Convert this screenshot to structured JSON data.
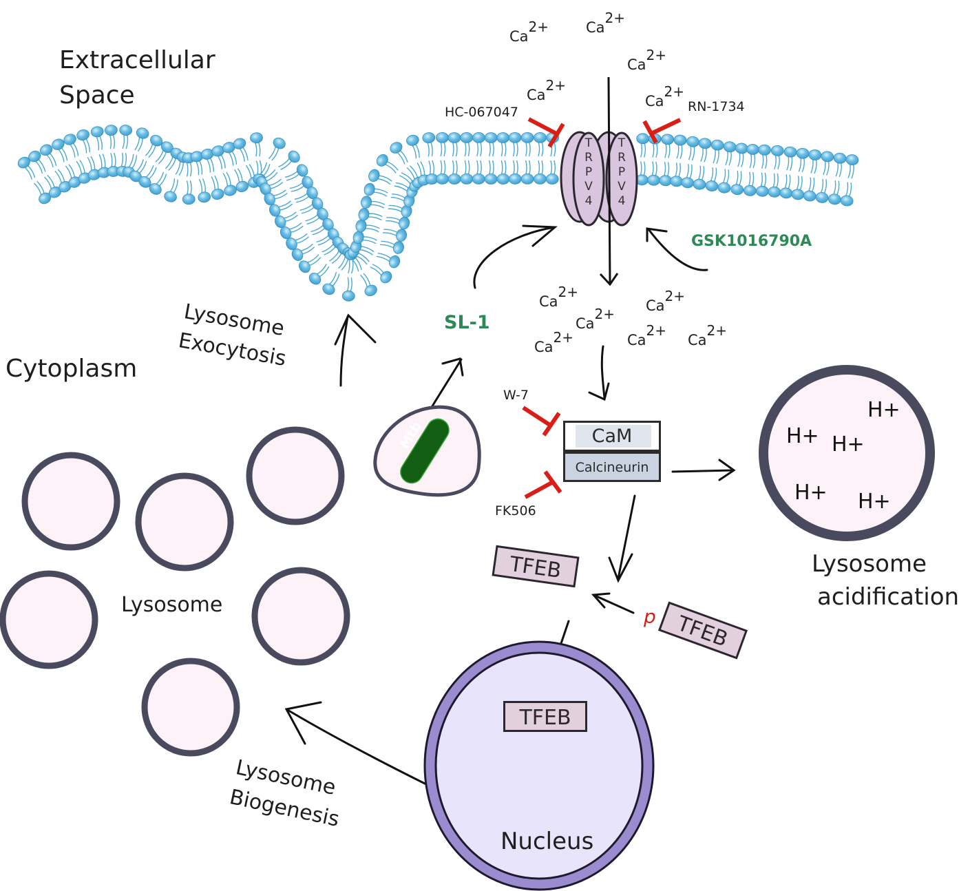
{
  "regions": {
    "extracellular_line1": "Extracellular",
    "extracellular_line2": "Space",
    "cytoplasm": "Cytoplasm"
  },
  "channel": {
    "name_letters": [
      "T",
      "R",
      "P",
      "V",
      "4"
    ],
    "name": "TRPV4"
  },
  "calcium": {
    "ion": "Ca",
    "charge": "2+",
    "extracellular_count": 5,
    "intracellular_count": 6
  },
  "drugs": {
    "inhibitor_left": "HC-067047",
    "inhibitor_right": "RN-1734",
    "agonist": "GSK1016790A",
    "sl1": "SL-1",
    "cam_inhibitor": "W-7",
    "calcineurin_inhibitor": "FK506"
  },
  "complex": {
    "cam": "CaM",
    "calcineurin": "Calcineurin"
  },
  "tfeb": {
    "label": "TFEB",
    "phospho_mark": "p"
  },
  "pathogen": {
    "label": "Mtb"
  },
  "lysosome": {
    "label": "Lysosome",
    "count": 6
  },
  "acidification": {
    "proton": "H+",
    "proton_count": 5,
    "label_line1": "Lysosome",
    "label_line2": "acidification"
  },
  "exocytosis": {
    "line1": "Lysosome",
    "line2": "Exocytosis"
  },
  "biogenesis": {
    "line1": "Lysosome",
    "line2": "Biogenesis"
  },
  "nucleus": {
    "label": "Nucleus"
  },
  "colors": {
    "membrane_head": "#5fb3dc",
    "membrane_tail": "#4aa8d6",
    "inhibitor_red": "#d91e18",
    "agonist_green": "#2e8a55",
    "lysosome_fill": "#fdf2f8",
    "lysosome_stroke": "#4a4a5e",
    "nucleus_fill": "#e8e4fb",
    "nucleus_ring": "#9a8ccf",
    "tfeb_fill": "#e3d0de",
    "channel_fill": "#d9c5dd"
  }
}
